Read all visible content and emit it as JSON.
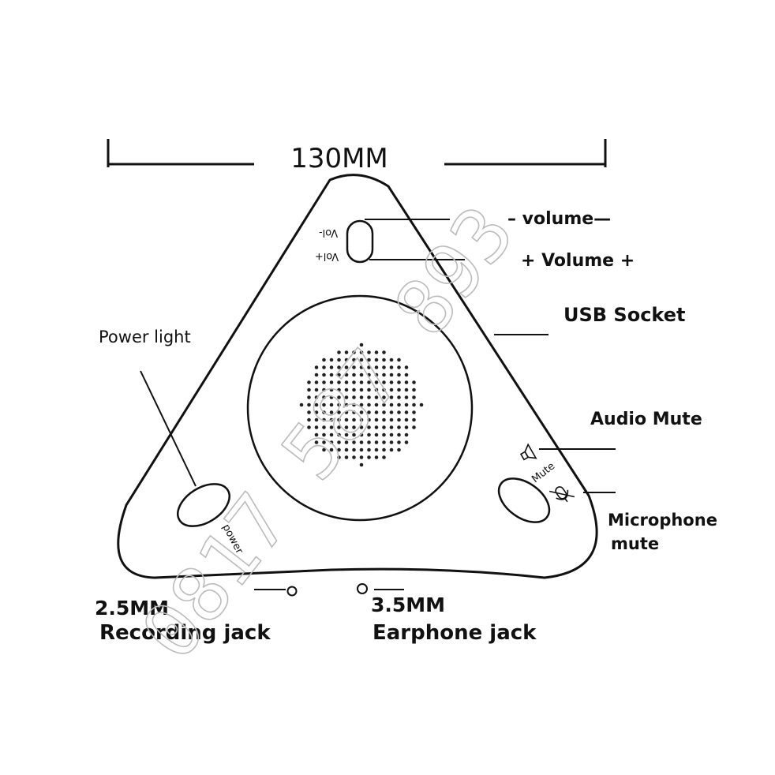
{
  "dimension": {
    "label": "130MM"
  },
  "device": {
    "vol_minus_marking": "Vol-",
    "vol_plus_marking": "Vol+",
    "power_marking": "power",
    "mute_marking": "Mute"
  },
  "callouts": {
    "volume_down": "–  volume—",
    "volume_up": "+ Volume +",
    "usb_socket": "USB Socket",
    "power_light": "Power light",
    "audio_mute": "Audio Mute",
    "mic_mute_line1": "Microphone",
    "mic_mute_line2": "mute",
    "rec_jack_line1": "2.5MM",
    "rec_jack_line2": "Recording jack",
    "ear_jack_line1": "3.5MM",
    "ear_jack_line2": "Earphone jack"
  },
  "watermark": {
    "text": "0817 587 893"
  }
}
